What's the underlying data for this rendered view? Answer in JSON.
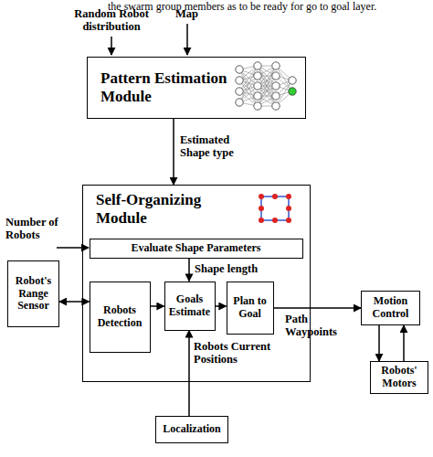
{
  "diagram": {
    "nodes": [
      {
        "text": [
          "Pattern Estimation Module"
        ]
      },
      {
        "text": [
          "Self-Organizing Module"
        ]
      },
      {
        "text": [
          "Evaluate Shape Parameters"
        ],
        "in": 1
      },
      {
        "text": [
          "Robot's Range Sensor"
        ]
      },
      {
        "text": [
          "Robots Detection"
        ],
        "in": 1
      },
      {
        "text": [
          "Goals Estimate"
        ],
        "in": 1
      },
      {
        "text": [
          "Plan to Goal"
        ],
        "in": 1
      },
      {
        "text": [
          "Motion Control"
        ]
      },
      {
        "text": [
          "Robots' Motors"
        ]
      },
      {
        "text": [
          "Localization"
        ]
      }
    ],
    "edges": [
      {
        "from": 0,
        "to": 1,
        "label": "Estimated Shape type",
        "arrow": "to"
      },
      {
        "from": 2,
        "to": 5,
        "label": "Shape length",
        "arrow": "to"
      },
      {
        "from": 3,
        "to": 4,
        "arrow": "both"
      },
      {
        "from": 4,
        "to": 5,
        "arrow": "to"
      },
      {
        "from": 5,
        "to": 6,
        "arrow": "to"
      },
      {
        "from": 6,
        "to": 7,
        "label": "Path Waypoints",
        "arrow": "to"
      },
      {
        "from": 7,
        "to": 8,
        "arrow": "to"
      },
      {
        "from": 8,
        "to": 7,
        "arrow": "to"
      },
      {
        "from": 9,
        "to": 5,
        "label": "Robots Current Positions",
        "arrow": "to"
      }
    ],
    "labels": [
      "the swarm group members as to be ready for go to goal layer.",
      "Random Robot distribution",
      "Map",
      "Number of Robots"
    ]
  }
}
